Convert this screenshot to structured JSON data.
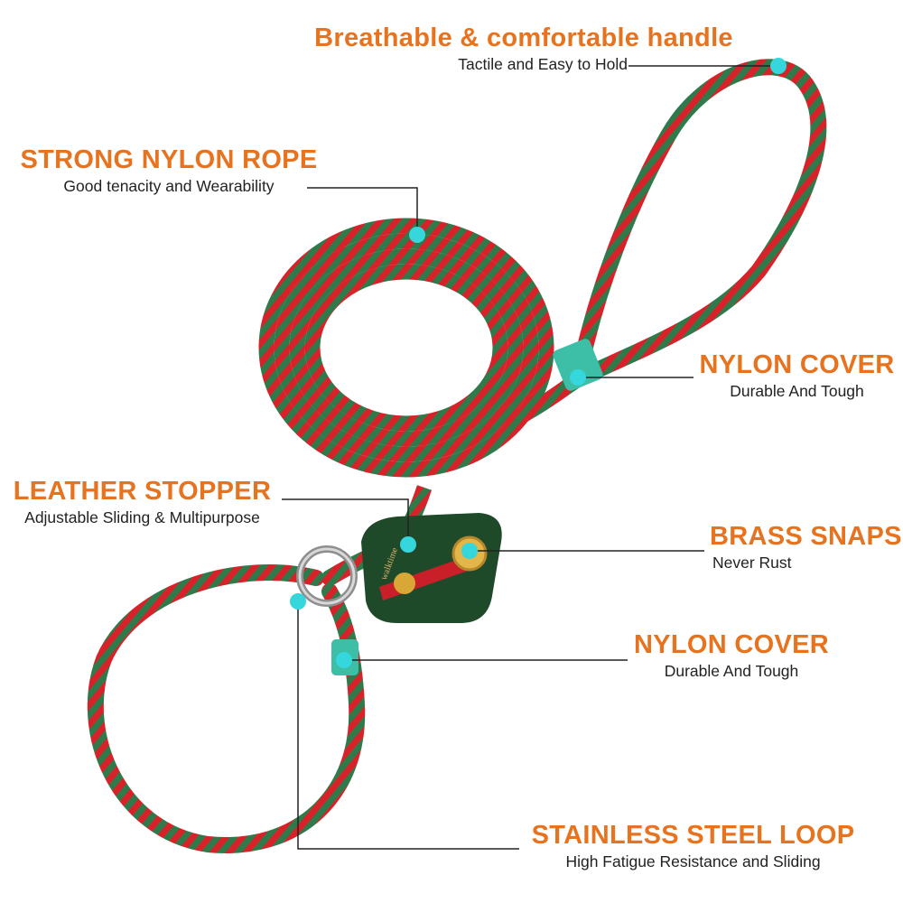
{
  "colors": {
    "accent": "#e8731f",
    "dot": "#35d6dc",
    "rope_red": "#d8222a",
    "rope_green": "#2f7a4a",
    "leather": "#1f4a2a",
    "cover": "#3cbfa6",
    "brass": "#d9a735"
  },
  "callouts": {
    "handle": {
      "title": "Breathable & comfortable handle",
      "subtitle": "Tactile and Easy to Hold"
    },
    "rope": {
      "title": "STRONG NYLON ROPE",
      "subtitle": "Good tenacity and Wearability"
    },
    "cover_top": {
      "title": "NYLON COVER",
      "subtitle": "Durable And Tough"
    },
    "stopper": {
      "title": "LEATHER STOPPER",
      "subtitle": "Adjustable Sliding & Multipurpose"
    },
    "snaps": {
      "title": "BRASS SNAPS",
      "subtitle": "Never Rust"
    },
    "cover_bottom": {
      "title": "NYLON COVER",
      "subtitle": "Durable And Tough"
    },
    "loop": {
      "title": "STAINLESS STEEL LOOP",
      "subtitle": "High Fatigue Resistance and Sliding"
    }
  },
  "stopper_brand": "walktime"
}
